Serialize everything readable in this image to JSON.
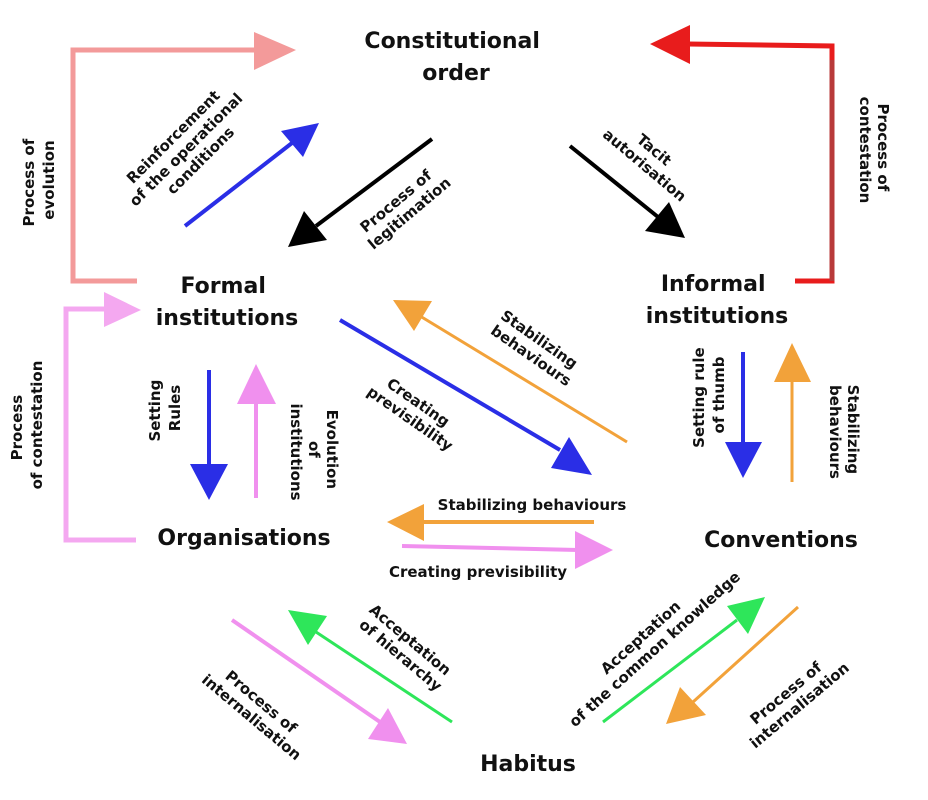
{
  "nodes": {
    "constitutional_order": [
      "Constitutional",
      "order"
    ],
    "formal_institutions": [
      "Formal",
      "institutions"
    ],
    "informal_institutions": [
      "Informal",
      "institutions"
    ],
    "organisations": "Organisations",
    "conventions": "Conventions",
    "habitus": "Habitus"
  },
  "edges": {
    "process_of_evolution": [
      "Process of",
      "evolution"
    ],
    "reinforcement": [
      "Reinforcement",
      "of the operational",
      "conditions"
    ],
    "process_of_legitimation": [
      "Process of",
      "legitimation"
    ],
    "tacit_autorisation": [
      "Tacit",
      "autorisation"
    ],
    "process_of_contestation_top": [
      "Process of",
      "contestation"
    ],
    "process_of_contestation_left": [
      "Process",
      "of contestation"
    ],
    "setting_rules": [
      "Setting",
      "Rules"
    ],
    "evolution_of_institutions": [
      "Evolution",
      "of",
      "institutions"
    ],
    "creating_previsibility_diag": [
      "Creating",
      "previsibility"
    ],
    "stabilizing_behaviours_diag": [
      "Stabilizing",
      "behaviours"
    ],
    "setting_rule_of_thumb": [
      "Setting rule",
      "of thumb"
    ],
    "stabilizing_behaviours_right": [
      "Stabilizing",
      "behaviours"
    ],
    "stabilizing_behaviours_mid": "Stabilizing behaviours",
    "creating_previsibility_mid": "Creating previsibility",
    "acceptation_of_hierarchy": [
      "Acceptation",
      "of hierarchy"
    ],
    "process_of_internalisation_left": [
      "Process of",
      "internalisation"
    ],
    "acceptation_common_knowledge": [
      "Acceptation",
      "of the common knowledge"
    ],
    "process_of_internalisation_right": [
      "Process of",
      "internalisation"
    ]
  },
  "colors": {
    "blue": "#2a2ee6",
    "black": "#000000",
    "pink_light": "#f4a8f0",
    "pink": "#f090ee",
    "salmon": "#f39a9a",
    "red": "#e81c1c",
    "dark_red": "#b83a3a",
    "orange": "#f2a23a",
    "green": "#2ee65a"
  }
}
